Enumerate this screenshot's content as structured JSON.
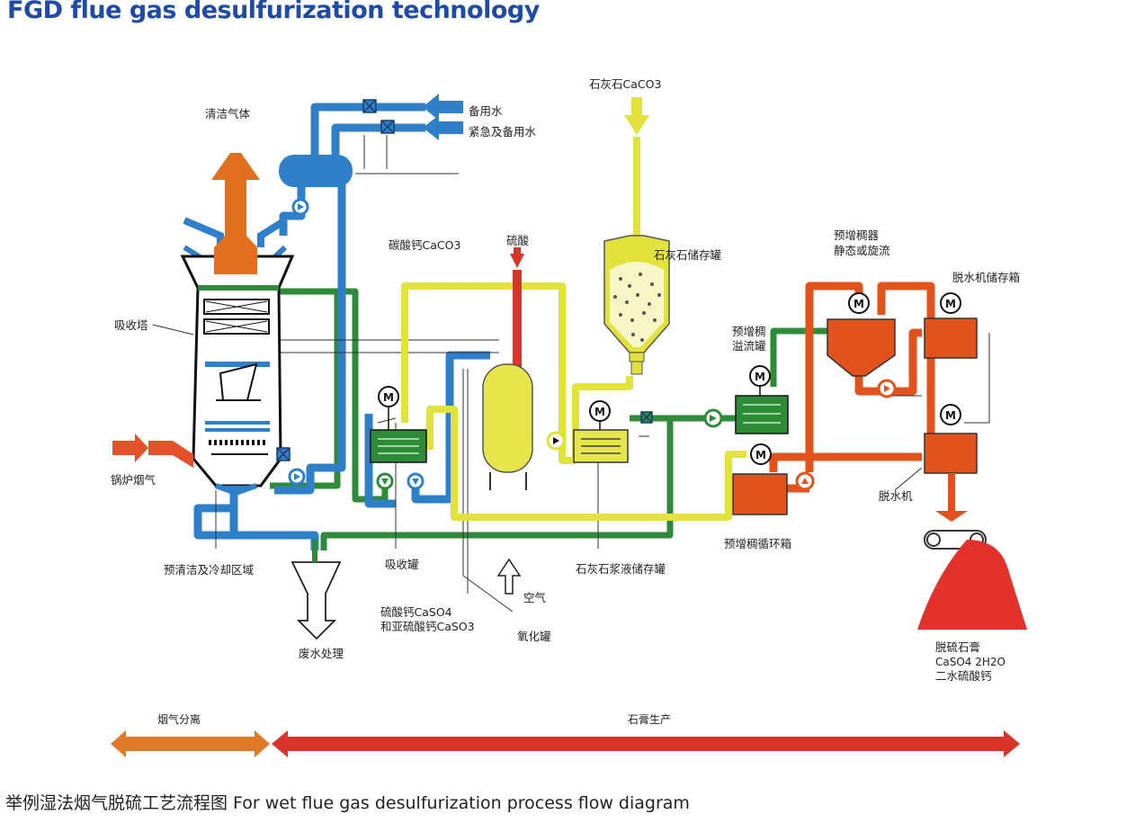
{
  "title": "FGD flue gas desulfurization technology",
  "caption": "举例湿法烟气脱硫工艺流程图 For wet flue gas desulfurization process flow diagram",
  "colors": {
    "water": "#2f80c8",
    "circulation": "#2f8a3a",
    "limestone": "#e2e23c",
    "gypsum": "#e2521c",
    "acid": "#d8342a",
    "exhaust": "#e07020"
  },
  "labels": {
    "clean_gas": "清洁气体",
    "backup_water": "备用水",
    "emergency_water": "紧急及备用水",
    "limestone_caco3": "石灰石CaCO3",
    "limestone_silo": "石灰石储存罐",
    "sulfuric_acid": "硫酸",
    "calcium_carbonate": "碳酸钙CaCO3",
    "absorber_tower": "吸收塔",
    "boiler_flue_gas": "锅炉烟气",
    "precleaning_zone": "预清洁及冷却区域",
    "absorption_tank": "吸收罐",
    "calcium_sulfate_1": "硫酸钙CaSO4",
    "calcium_sulfate_2": "和亚硫酸钙CaSO3",
    "oxidation_tank": "氧化罐",
    "air": "空气",
    "wastewater": "废水处理",
    "slurry_tank": "石灰石浆液储存罐",
    "thickener_overflow_1": "预增稠",
    "thickener_overflow_2": "溢流罐",
    "prethickener_1": "预增稠器",
    "prethickener_2": "静态或旋流",
    "dewatering_storage": "脱水机储存箱",
    "dewatering_machine": "脱水机",
    "prethick_circ_tank": "预增稠循环箱",
    "gypsum_1": "脱硫石膏",
    "gypsum_2": "CaSO4 2H2O",
    "gypsum_3": "二水硫酸钙",
    "motor": "M"
  },
  "stages": {
    "flue_gas_separation": "烟气分离",
    "gypsum_production": "石膏生产"
  }
}
